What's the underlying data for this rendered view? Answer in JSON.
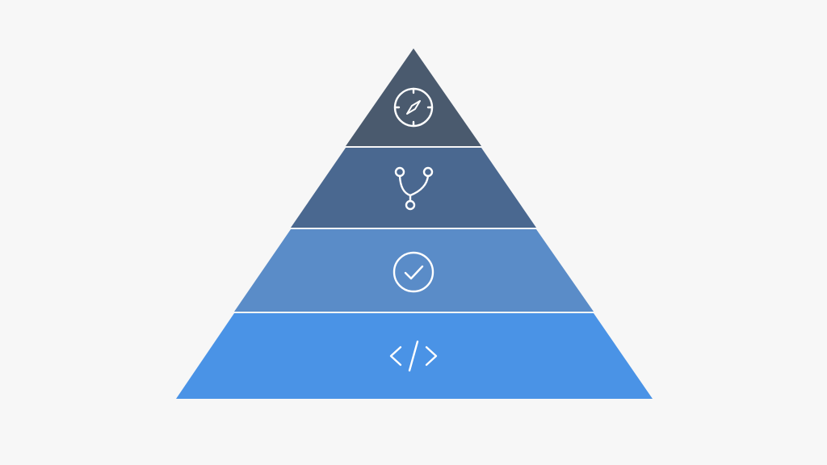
{
  "background_color": "#f7f7f7",
  "tiers": [
    {
      "name": "strategy",
      "icon": "compass-icon",
      "color": "#4a5a6e"
    },
    {
      "name": "workflow",
      "icon": "branch-icon",
      "color": "#4a6890"
    },
    {
      "name": "quality",
      "icon": "check-circle-icon",
      "color": "#5a8cc8"
    },
    {
      "name": "code",
      "icon": "code-icon",
      "color": "#4a93e6"
    }
  ]
}
